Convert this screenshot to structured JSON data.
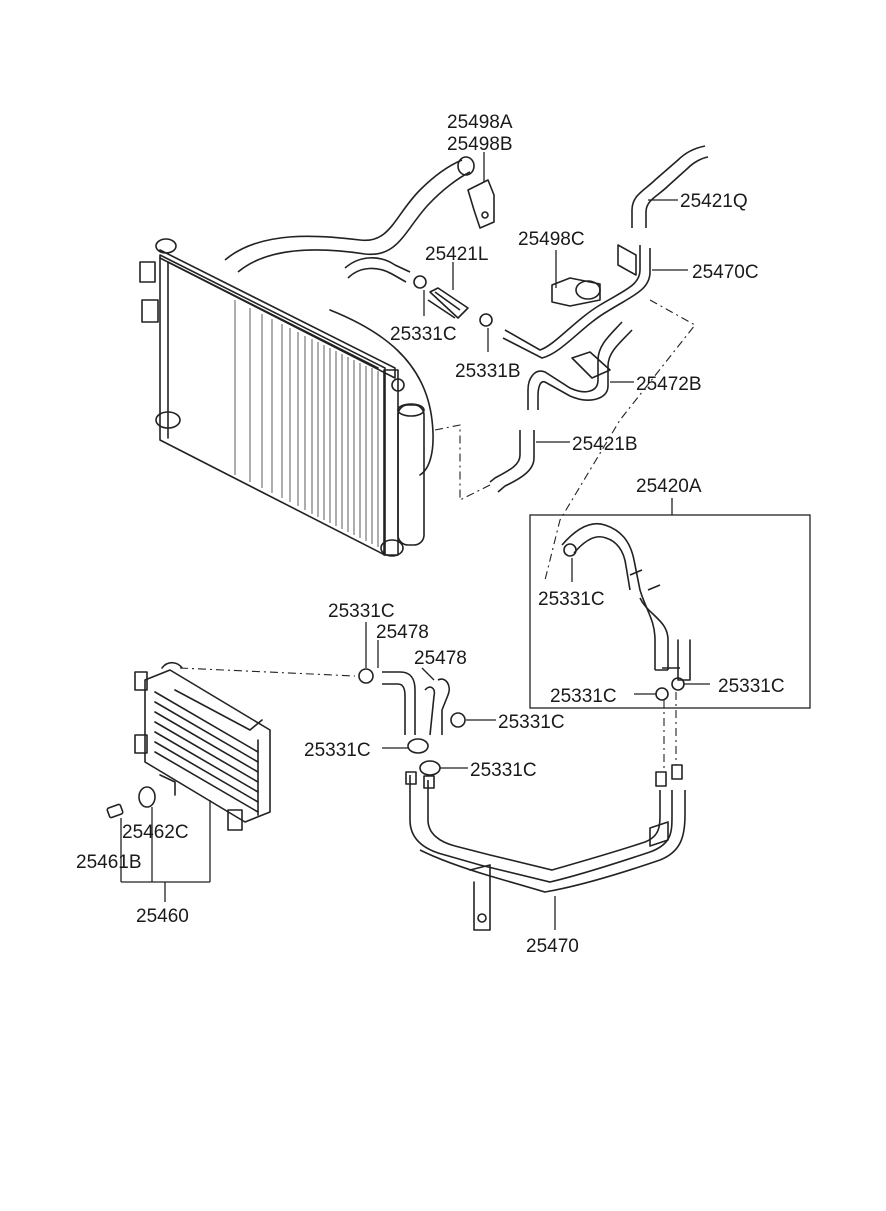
{
  "labels": {
    "p25498A": "25498A",
    "p25498B": "25498B",
    "p25421Q": "25421Q",
    "p25498C": "25498C",
    "p25421L": "25421L",
    "p25470C": "25470C",
    "p25331C_a": "25331C",
    "p25331B": "25331B",
    "p25472B": "25472B",
    "p25421B": "25421B",
    "p25420A": "25420A",
    "p25331C_b": "25331C",
    "p25331C_c": "25331C",
    "p25478_a": "25478",
    "p25478_b": "25478",
    "p25331C_d": "25331C",
    "p25331C_e": "25331C",
    "p25331C_f": "25331C",
    "p25331C_g": "25331C",
    "p25331C_h": "25331C",
    "p25462C": "25462C",
    "p25461B": "25461B",
    "p25460": "25460",
    "p25470": "25470"
  },
  "icons": {
    "radiator": "radiator-condenser-icon",
    "oil_cooler": "oil-cooler-icon",
    "clamp": "hose-clamp-icon",
    "bracket": "mounting-bracket-icon"
  }
}
